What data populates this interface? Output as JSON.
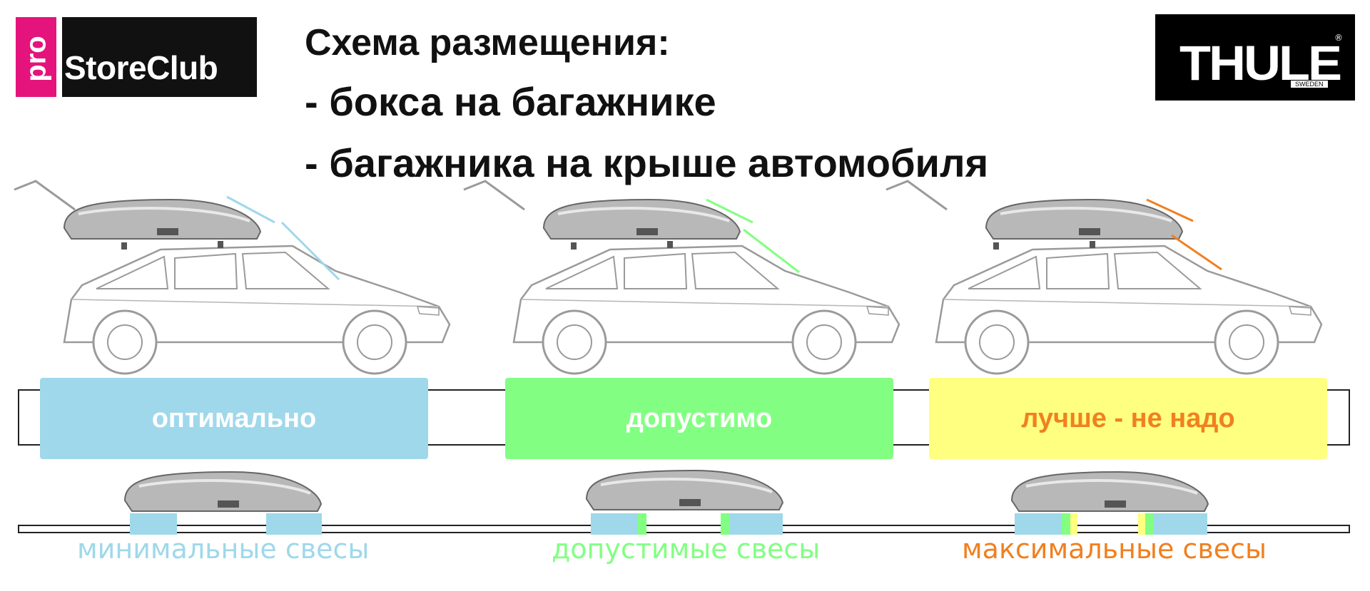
{
  "logos": {
    "left": {
      "pro": "pro",
      "store": "StoreClub"
    },
    "right": {
      "brand": "THULE",
      "sub": "SWEDEN",
      "reg": "®"
    }
  },
  "title": {
    "line1": "Схема размещения:",
    "line2": "- бокса на багажнике",
    "line3": "- багажника на крыше автомобиля"
  },
  "zones": [
    {
      "label": "оптимально",
      "bg": "#9fd8ea",
      "text_color": "#ffffff"
    },
    {
      "label": "допустимо",
      "bg": "#82ff82",
      "text_color": "#ffffff"
    },
    {
      "label": "лучше - не надо",
      "bg": "#ffff80",
      "text_color": "#f08020"
    }
  ],
  "captions": [
    {
      "label": "минимальные свесы",
      "color": "#9fd8ea"
    },
    {
      "label": "допустимые свесы",
      "color": "#82ff82"
    },
    {
      "label": "максимальные свесы",
      "color": "#f08020"
    }
  ],
  "colors": {
    "pro_pink": "#e4147c",
    "angle_ok": "#9fd8ea",
    "angle_mid": "#82ff82",
    "angle_bad": "#f08020",
    "car_stroke": "#9a9a9a",
    "box_fill": "#b8b8b8"
  }
}
